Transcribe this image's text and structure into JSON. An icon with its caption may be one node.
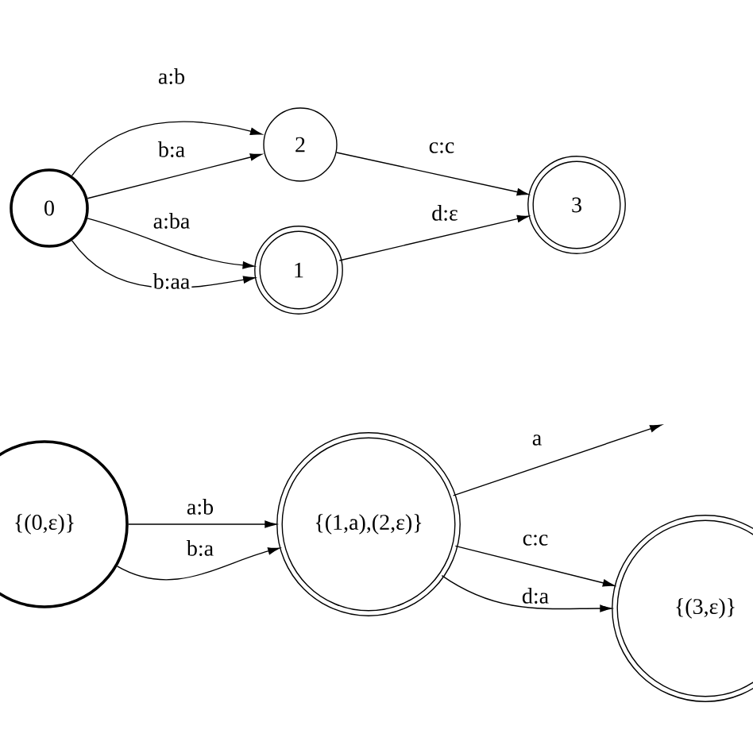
{
  "diagram": {
    "nodes": [
      {
        "text": [
          "0"
        ]
      },
      {
        "text": [
          "2"
        ]
      },
      {
        "text": [
          "1"
        ]
      },
      {
        "text": [
          "3"
        ]
      },
      {
        "text": [
          "{(0,ε)}"
        ]
      },
      {
        "text": [
          "{(1,a),(2,ε)}"
        ]
      },
      {
        "text": [
          "{(3,ε)}"
        ]
      }
    ],
    "edges": [
      {
        "from": 0,
        "to": 1,
        "arrow": "to",
        "label": "a:b"
      },
      {
        "from": 0,
        "to": 1,
        "arrow": "to",
        "label": "b:a"
      },
      {
        "from": 0,
        "to": 2,
        "arrow": "to",
        "label": "a:ba"
      },
      {
        "from": 0,
        "to": 2,
        "arrow": "to",
        "label": "b:aa"
      },
      {
        "from": 1,
        "to": 3,
        "arrow": "to",
        "label": "c:c"
      },
      {
        "from": 2,
        "to": 3,
        "arrow": "to",
        "label": "d:ε"
      },
      {
        "from": 4,
        "to": 5,
        "arrow": "to",
        "label": "a:b"
      },
      {
        "from": 4,
        "to": 5,
        "arrow": "to",
        "label": "b:a"
      },
      {
        "from": 5,
        "to": null,
        "arrow": "to",
        "label": "a"
      },
      {
        "from": 5,
        "to": 6,
        "arrow": "to",
        "label": "c:c"
      },
      {
        "from": 5,
        "to": 6,
        "arrow": "to",
        "label": "d:a"
      }
    ]
  }
}
